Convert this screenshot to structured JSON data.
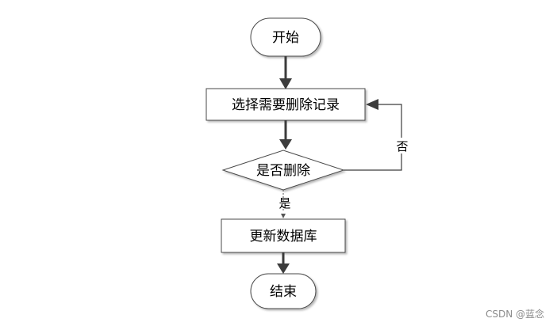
{
  "nodes": {
    "start": "开始",
    "select_record": "选择需要删除记录",
    "decision": "是否删除",
    "update_db": "更新数据库",
    "end": "结束"
  },
  "edges": {
    "no_label": "否",
    "yes_label": "是"
  },
  "watermark": "CSDN @蓝念",
  "colors": {
    "stroke": "#4a4a4a",
    "arrow": "#3c3c3c",
    "background": "#ffffff"
  }
}
